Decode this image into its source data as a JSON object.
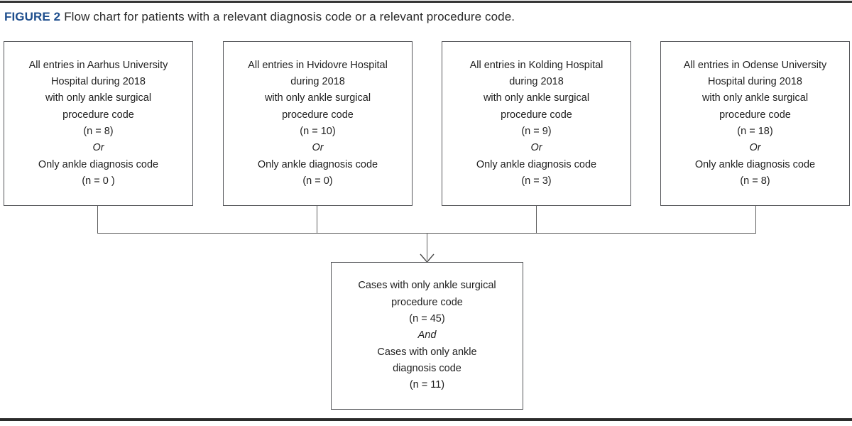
{
  "figure": {
    "label": "FIGURE 2",
    "caption": "Flow chart for patients with a relevant diagnosis code or a relevant procedure code."
  },
  "colors": {
    "figure_label_blue": "#1e4e8d",
    "rule_dark": "#363636",
    "box_border_gray": "#55565a",
    "connector_gray": "#5f5f5f",
    "text": "#1f1f1f"
  },
  "top_boxes": [
    {
      "id": "aarhus",
      "n_procedure": 8,
      "n_diagnosis": 0,
      "lines": [
        "All entries in Aarhus University",
        "Hospital during 2018",
        "with only ankle surgical",
        "procedure code",
        "(n = 8)",
        "Or",
        "Only ankle diagnosis code",
        "(n = 0 )"
      ]
    },
    {
      "id": "hvidovre",
      "n_procedure": 10,
      "n_diagnosis": 0,
      "lines": [
        "All entries in Hvidovre Hospital",
        "during 2018",
        "with only ankle surgical",
        "procedure code",
        "(n = 10)",
        "Or",
        "Only ankle diagnosis code",
        "(n = 0)"
      ]
    },
    {
      "id": "kolding",
      "n_procedure": 9,
      "n_diagnosis": 3,
      "lines": [
        "All entries in Kolding Hospital",
        "during 2018",
        "with only ankle surgical",
        "procedure code",
        "(n = 9)",
        "Or",
        "Only ankle diagnosis code",
        "(n = 3)"
      ]
    },
    {
      "id": "odense",
      "n_procedure": 18,
      "n_diagnosis": 8,
      "lines": [
        "All entries in Odense University",
        "Hospital during 2018",
        "with only ankle surgical",
        "procedure code",
        "(n = 18)",
        "Or",
        "Only ankle diagnosis code",
        "(n = 8)"
      ]
    }
  ],
  "bottom_box": {
    "n_procedure": 45,
    "n_diagnosis": 11,
    "lines": [
      "Cases with only ankle surgical",
      "procedure code",
      "(n = 45)",
      "And",
      "Cases with only ankle",
      "diagnosis code",
      "(n = 11)"
    ]
  }
}
